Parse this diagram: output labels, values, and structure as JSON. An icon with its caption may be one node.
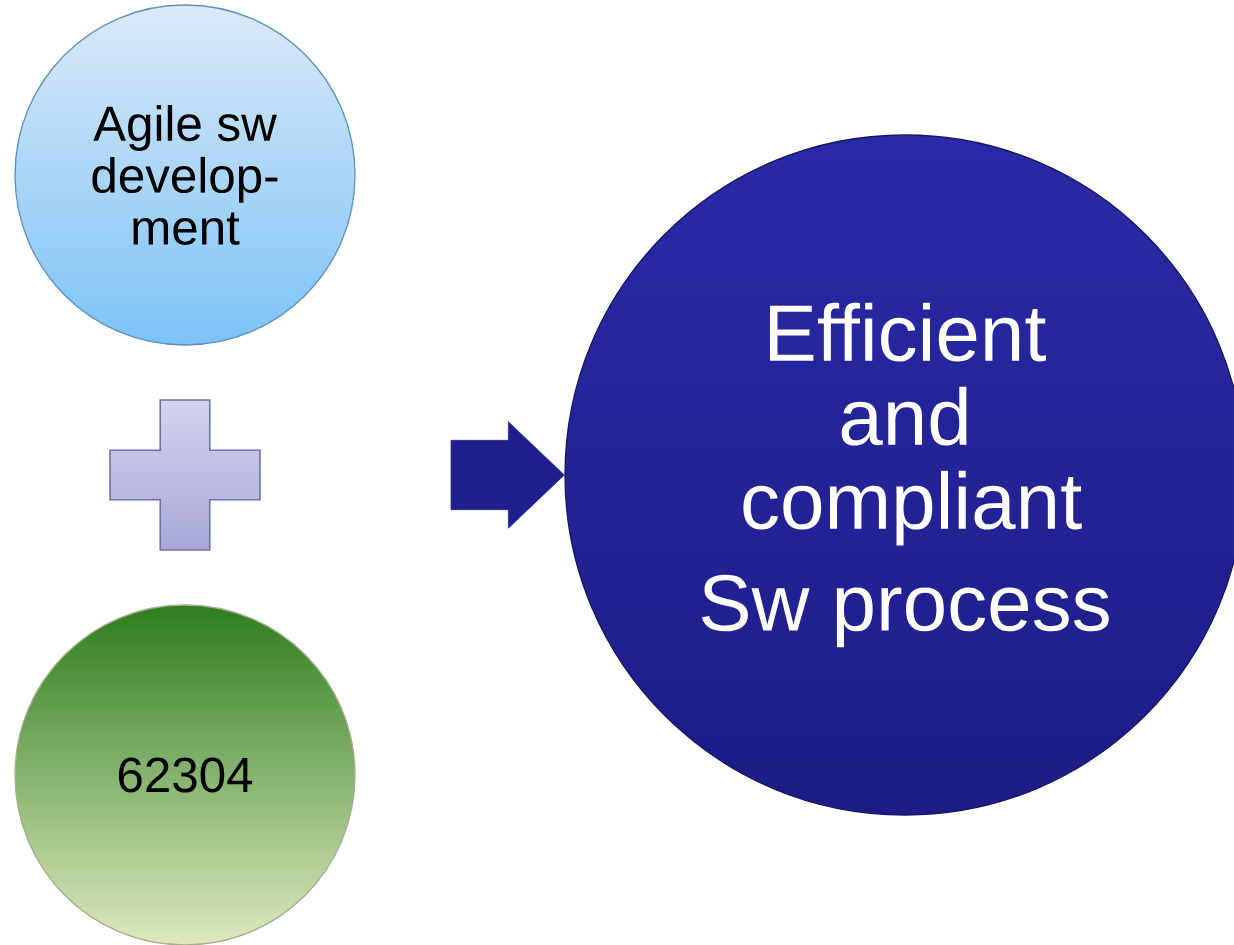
{
  "diagram": {
    "nodes": [
      {
        "text": [
          "Agile sw develop- ment"
        ]
      },
      {
        "text": [],
        "shape": "cross"
      },
      {
        "text": [
          "62304"
        ]
      },
      {
        "text": [
          "Efficient and compliant",
          "Sw process"
        ]
      }
    ],
    "edges": [
      {
        "from": null,
        "to": 3,
        "arrow": "to"
      }
    ]
  }
}
